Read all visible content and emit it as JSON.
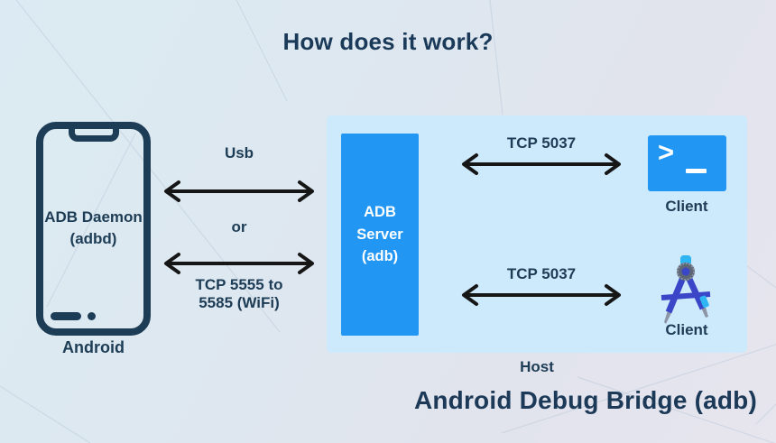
{
  "title": "How does it work?",
  "device": {
    "line1": "ADB Daemon",
    "line2": "(adbd)",
    "caption": "Android"
  },
  "links": {
    "usb": "Usb",
    "or": "or",
    "wifi_line1": "TCP 5555 to",
    "wifi_line2": "5585 (WiFi)",
    "tcp_top": "TCP 5037",
    "tcp_bottom": "TCP 5037"
  },
  "host": {
    "caption": "Host",
    "server": {
      "line1": "ADB",
      "line2": "Server",
      "line3": "(adb)"
    },
    "clients": [
      {
        "label": "Client",
        "icon": "terminal-icon",
        "glyph": ">"
      },
      {
        "label": "Client",
        "icon": "android-studio-compass-icon"
      }
    ]
  },
  "footer": "Android Debug Bridge (adb)",
  "colors": {
    "navy": "#1d3c55",
    "accent_blue": "#2196f3",
    "host_bg": "#cde9fc",
    "arrow": "#161616",
    "background_start": "#dcebf3",
    "background_end": "#e7e5ee"
  }
}
